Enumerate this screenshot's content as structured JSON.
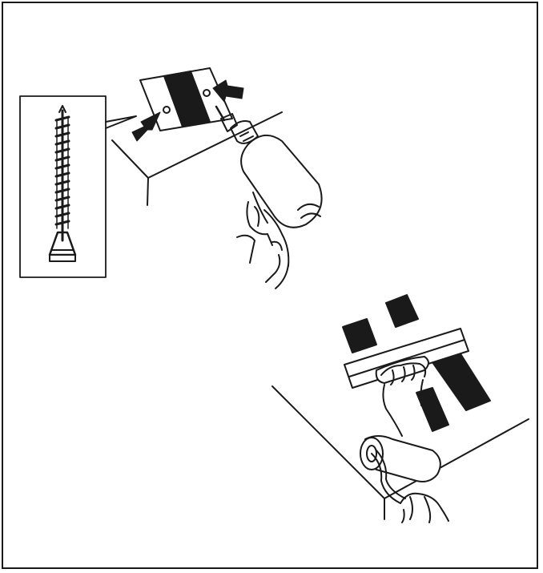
{
  "illustration": {
    "panels": [
      {
        "name": "screw-detail",
        "icon": "drywall-screw-icon"
      },
      {
        "name": "drill-fastening-plate",
        "icon": "power-drill-icon"
      },
      {
        "name": "trowel-and-roller",
        "icon": "paint-roller-icon"
      }
    ],
    "colors": {
      "ink": "#1a1a1a",
      "paper": "#ffffff"
    }
  }
}
